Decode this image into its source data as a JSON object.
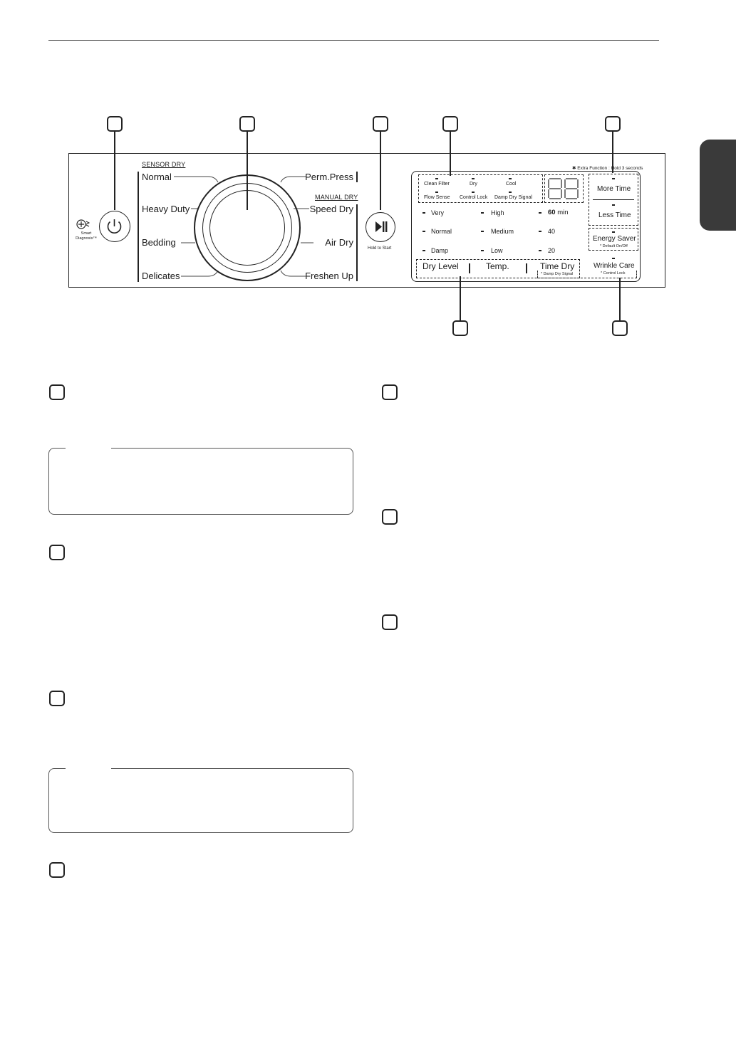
{
  "panel": {
    "smart_diagnosis": "Smart Diagnosis™",
    "sensor_dry_header": "SENSOR DRY",
    "manual_dry_header": "MANUAL DRY",
    "cycles_left": [
      "Normal",
      "Heavy Duty",
      "Bedding",
      "Delicates"
    ],
    "cycles_right": [
      "Perm.Press",
      "Speed Dry",
      "Air Dry",
      "Freshen Up"
    ],
    "hold_to_start": "Hold to Start",
    "status_indicators_top": [
      "Clean Filter",
      "Dry",
      "Cool"
    ],
    "status_indicators_bottom": [
      "Flow Sense",
      "Control Lock",
      "Damp Dry Signal"
    ],
    "display_digits": "88",
    "extra_function_note": "✱ Extra Function : Hold 3 seconds",
    "dry_level_options": [
      "Very",
      "Normal",
      "Damp"
    ],
    "temp_options": [
      "High",
      "Medium",
      "Low"
    ],
    "time_options": [
      "60",
      "40",
      "20"
    ],
    "time_unit": "min",
    "buttons": {
      "dry_level": "Dry Level",
      "temp": "Temp.",
      "time_dry": "Time Dry",
      "time_dry_sub": "* Damp Dry Signal",
      "more_time": "More Time",
      "less_time": "Less Time",
      "energy_saver": "Energy Saver",
      "energy_saver_sub": "* Default On/Off",
      "wrinkle_care": "Wrinkle Care",
      "wrinkle_care_sub": "* Control Lock"
    }
  }
}
